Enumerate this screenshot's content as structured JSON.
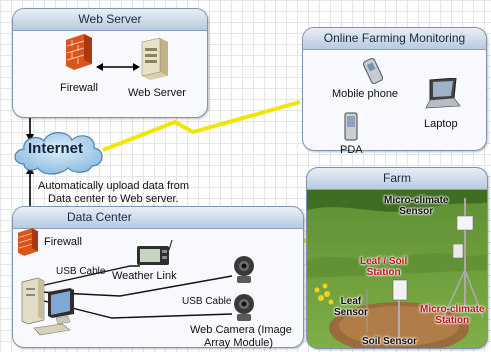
{
  "web_server": {
    "title": "Web Server",
    "firewall_label": "Firewall",
    "server_label": "Web Server"
  },
  "online": {
    "title": "Online Farming Monitoring",
    "mobile_label": "Mobile phone",
    "laptop_label": "Laptop",
    "pda_label": "PDA"
  },
  "internet": {
    "label": "Internet",
    "upload_line1": "Automatically upload data from",
    "upload_line2": "Data center to Web server."
  },
  "data_center": {
    "title": "Data Center",
    "firewall_label": "Firewall",
    "usb_cable_1": "USB Cable",
    "usb_cable_2": "USB Cable",
    "weather_link": "Weather Link",
    "camera_line1": "Web Camera (Image",
    "camera_line2": "Array Module)"
  },
  "farm": {
    "title": "Farm",
    "micro_top_line1": "Micro-climate",
    "micro_top_line2": "Sensor",
    "leaf_soil_line1": "Leaf / Soil",
    "leaf_soil_line2": "Station",
    "leaf_sensor_line1": "Leaf",
    "leaf_sensor_line2": "Sensor",
    "micro_station_line1": "Micro-climate",
    "micro_station_line2": "Station",
    "soil_sensor": "Soil Sensor"
  }
}
